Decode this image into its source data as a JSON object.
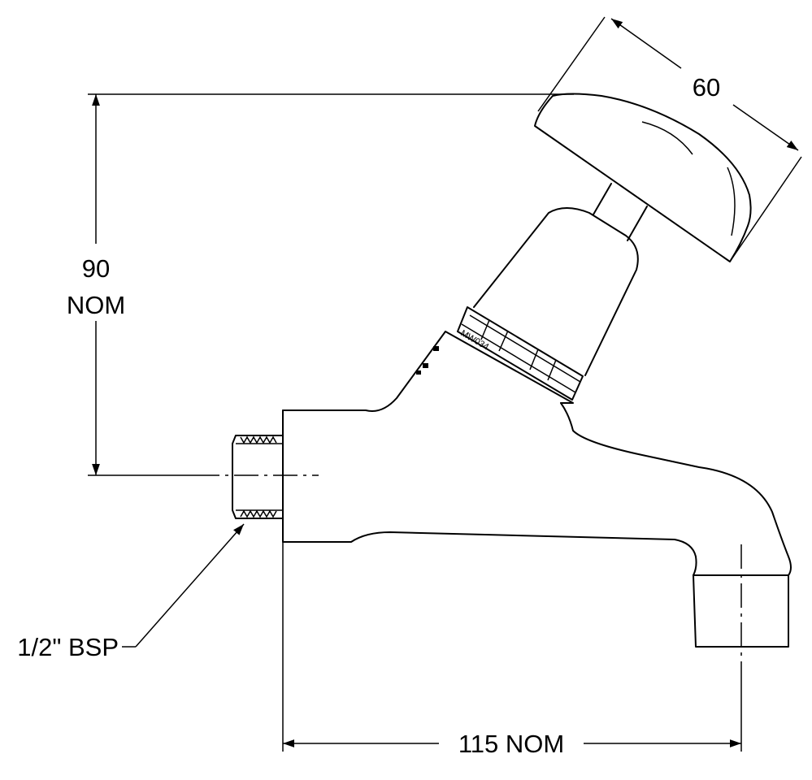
{
  "dimensions": {
    "handle_width": "60",
    "height_value": "90",
    "height_suffix": "NOM",
    "thread": "1/2\" BSP",
    "length": "115 NOM"
  },
  "part_marking": "MW034"
}
